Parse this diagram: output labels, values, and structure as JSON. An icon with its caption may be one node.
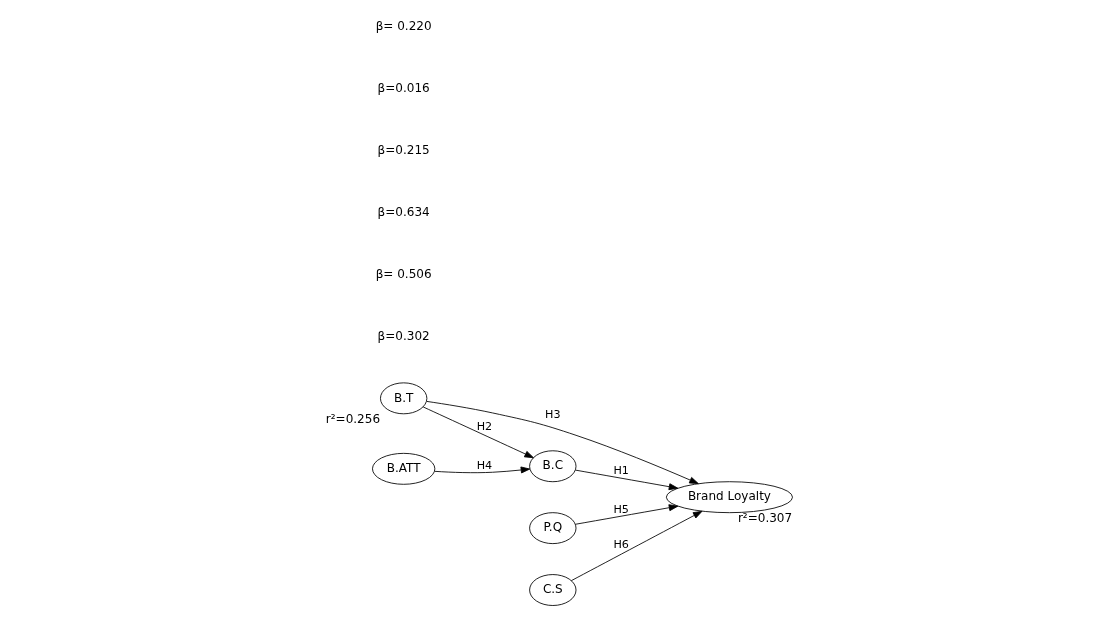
{
  "diagram": {
    "nodes": [
      {
        "text": [
          "B.T"
        ],
        "beside": [
          "r²=0.256"
        ]
      },
      {
        "text": [
          "B.ATT"
        ]
      },
      {
        "text": [
          "B.C"
        ]
      },
      {
        "text": [
          "P.Q"
        ]
      },
      {
        "text": [
          "C.S"
        ]
      },
      {
        "text": [
          "Brand Loyalty"
        ],
        "beside": [
          "r²=0.307"
        ]
      }
    ],
    "edges": [
      {
        "from": 0,
        "to": 5,
        "arrow": "to",
        "label": "H3"
      },
      {
        "from": 0,
        "to": 2,
        "arrow": "to",
        "label": "H2"
      },
      {
        "from": 1,
        "to": 2,
        "arrow": "to",
        "label": "H4"
      },
      {
        "from": 2,
        "to": 5,
        "arrow": "to",
        "label": "H1"
      },
      {
        "from": 3,
        "to": 5,
        "arrow": "to",
        "label": "H5"
      },
      {
        "from": 4,
        "to": 5,
        "arrow": "to",
        "label": "H6"
      }
    ],
    "labels": [
      "β=0.302",
      "β= 0.506",
      "β=0.634",
      "β=0.215",
      "β=0.016",
      "β= 0.220"
    ]
  }
}
